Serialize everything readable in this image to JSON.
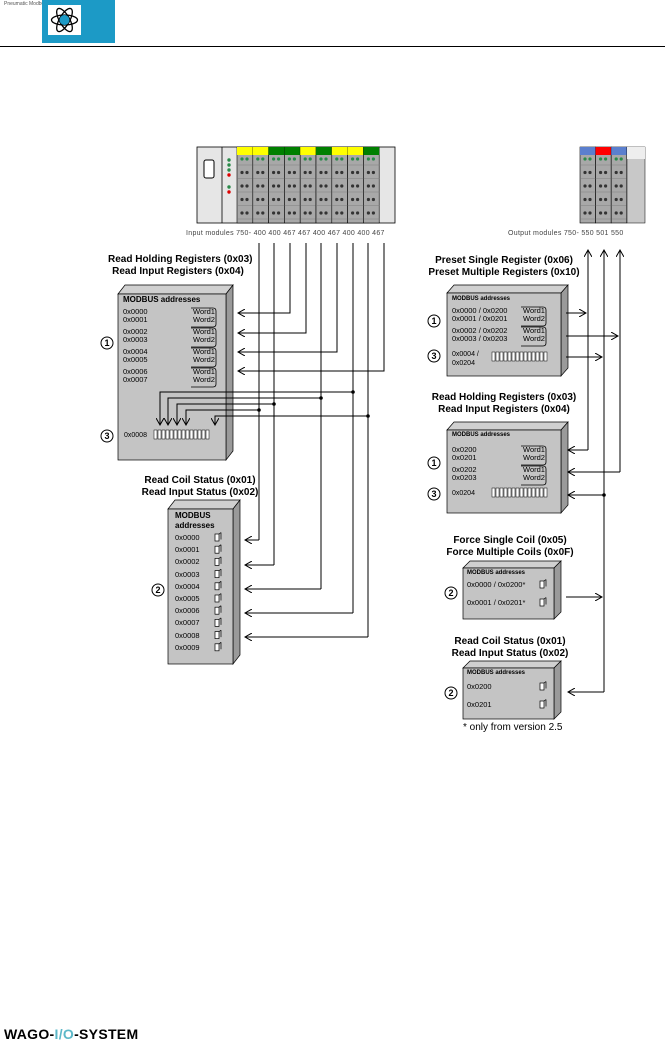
{
  "header": {
    "small_text": "Pneumatic Modbus",
    "logo": "atom-logo-icon",
    "brand_color": "#1c9ac6"
  },
  "footer": {
    "brand_part1": "WAGO-",
    "brand_part2": "I/O",
    "brand_part3": "-SYSTEM",
    "accent_color": "#5cb8c8"
  },
  "input_modules": {
    "label": "Input modules 750-",
    "types": [
      "400",
      "400",
      "467",
      "467",
      "400",
      "467",
      "400",
      "400",
      "467"
    ],
    "top_colors": [
      "#ffff00",
      "#ffff00",
      "#008000",
      "#008000",
      "#ffff00",
      "#008000",
      "#ffff00",
      "#ffff00",
      "#008000"
    ]
  },
  "output_modules": {
    "label": "Output modules 750-",
    "types": [
      "550",
      "501",
      "550"
    ],
    "top_colors": [
      "#5b7fce",
      "#ff0000",
      "#5b7fce"
    ]
  },
  "left": {
    "registers": {
      "title1": "Read Holding Registers (0x03)",
      "title2": "Read Input Registers (0x04)",
      "header": "MODBUS addresses",
      "rows": [
        {
          "a1": "0x0000",
          "a2": "0x0001"
        },
        {
          "a1": "0x0002",
          "a2": "0x0003"
        },
        {
          "a1": "0x0004",
          "a2": "0x0005"
        },
        {
          "a1": "0x0006",
          "a2": "0x0007"
        }
      ],
      "word1": "Word1",
      "word2": "Word2",
      "bits_addr": "0x0008",
      "marker1": "1",
      "marker3": "3"
    },
    "coils": {
      "title1": "Read Coil Status (0x01)",
      "title2": "Read Input Status (0x02)",
      "header1": "MODBUS",
      "header2": "addresses",
      "rows": [
        "0x0000",
        "0x0001",
        "0x0002",
        "0x0003",
        "0x0004",
        "0x0005",
        "0x0006",
        "0x0007",
        "0x0008",
        "0x0009"
      ],
      "marker": "2"
    }
  },
  "right": {
    "preset": {
      "title1": "Preset Single Register (0x06)",
      "title2": "Preset Multiple Registers (0x10)",
      "header": "MODBUS addresses",
      "rows": [
        {
          "a1": "0x0000 / 0x0200",
          "a2": "0x0001 / 0x0201"
        },
        {
          "a1": "0x0002 / 0x0202",
          "a2": "0x0003 / 0x0203"
        }
      ],
      "bits_addr1": "0x0004 /",
      "bits_addr2": "0x0204",
      "word1": "Word1",
      "word2": "Word2",
      "marker1": "1",
      "marker3": "3"
    },
    "read_regs": {
      "title1": "Read Holding Registers (0x03)",
      "title2": "Read Input Registers (0x04)",
      "header": "MODBUS addresses",
      "rows": [
        {
          "a1": "0x0200",
          "a2": "0x0201"
        },
        {
          "a1": "0x0202",
          "a2": "0x0203"
        }
      ],
      "bits_addr": "0x0204",
      "word1": "Word1",
      "word2": "Word2",
      "marker1": "1",
      "marker3": "3"
    },
    "force": {
      "title1": "Force Single Coil (0x05)",
      "title2": "Force Multiple Coils (0x0F)",
      "header": "MODBUS addresses",
      "rows": [
        "0x0000 / 0x0200*",
        "0x0001 / 0x0201*"
      ],
      "marker": "2"
    },
    "read_coils": {
      "title1": "Read Coil Status (0x01)",
      "title2": "Read Input Status (0x02)",
      "header": "MODBUS addresses",
      "rows": [
        "0x0200",
        "0x0201"
      ],
      "marker": "2"
    },
    "note": "* only from version 2.5"
  }
}
